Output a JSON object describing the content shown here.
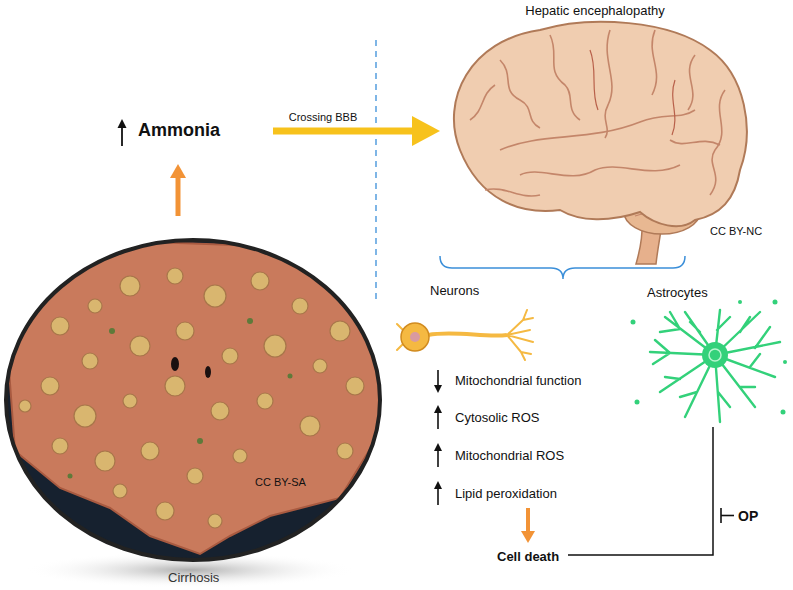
{
  "diagram": {
    "nodes": [
      {
        "text": [
          "Ammonia"
        ]
      },
      {
        "text": [
          "CC BY-SA",
          "Cirrhosis"
        ]
      },
      {
        "text": [
          "Hepatic encephalopathy",
          "CC BY-NC"
        ]
      },
      {
        "text": [
          "Neurons",
          "Mitochondrial function",
          "Cytosolic ROS",
          "Mitochondrial ROS",
          "Lipid peroxidation"
        ]
      },
      {
        "text": [
          "Cell death"
        ]
      },
      {
        "text": [
          "Astrocytes"
        ]
      },
      {
        "text": [
          "OP"
        ]
      }
    ],
    "edges": [
      {
        "from": 1,
        "to": 0,
        "arrow": "to"
      },
      {
        "from": 0,
        "to": 2,
        "label": "Crossing BBB",
        "arrow": "to"
      },
      {
        "from": 3,
        "to": 4,
        "arrow": "to"
      },
      {
        "from": 5,
        "to": 4,
        "arrow": "none"
      }
    ]
  }
}
